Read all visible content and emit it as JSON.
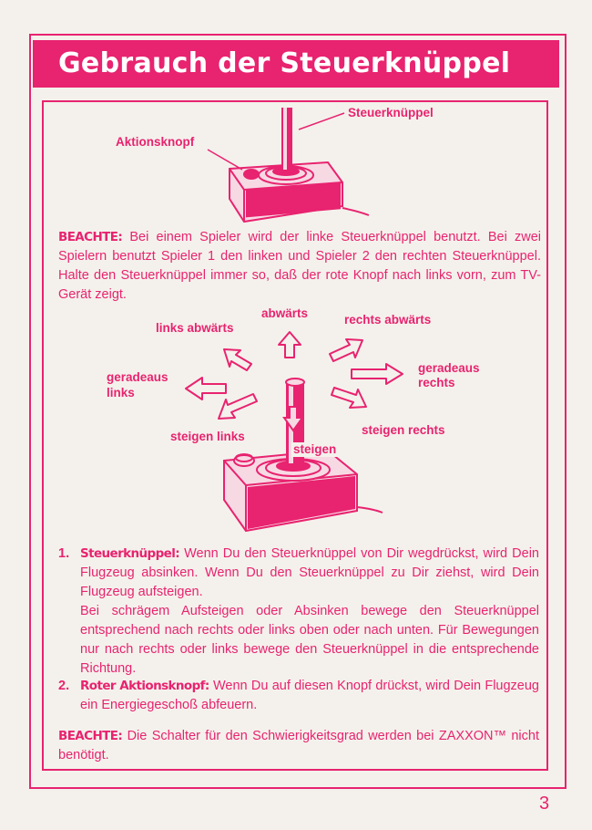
{
  "title": "Gebrauch der Steuerknüppel",
  "diagram1": {
    "label_stick": "Steuerknüppel",
    "label_button": "Aktionsknopf"
  },
  "note1": {
    "prefix": "BEACHTE:",
    "text": " Bei einem Spieler wird der linke Steuerknüppel benutzt. Bei zwei Spielern benutzt Spieler 1 den linken und Spieler 2 den rechten Steuerknüppel. Halte den Steuerknüppel immer so, daß der rote Knopf nach links vorn, zum TV-Gerät zeigt."
  },
  "directions": {
    "down": "abwärts",
    "left_down": "links abwärts",
    "right_down": "rechts abwärts",
    "straight_left_1": "geradeaus",
    "straight_left_2": "links",
    "straight_right_1": "geradeaus",
    "straight_right_2": "rechts",
    "climb_left": "steigen links",
    "climb_right": "steigen rechts",
    "climb": "steigen"
  },
  "items": [
    {
      "num": "1.",
      "term": "Steuerknüppel:",
      "text": " Wenn Du den Steuerknüppel von Dir wegdrückst, wird Dein Flugzeug absinken. Wenn Du den Steuerknüppel zu Dir ziehst, wird Dein Flugzeug aufsteigen.",
      "text2": "Bei schrägem Aufsteigen oder Absinken bewege den Steuerknüppel entsprechend nach rechts oder links oben oder nach unten. Für Bewegungen nur nach rechts oder links bewege den Steuerknüppel in die entsprechende Richtung."
    },
    {
      "num": "2.",
      "term": "Roter Aktionsknopf:",
      "text": " Wenn Du auf diesen Knopf drückst, wird Dein Flugzeug ein Energiegeschoß abfeuern."
    }
  ],
  "note2": {
    "prefix": "BEACHTE:",
    "text": " Die Schalter für den Schwierigkeitsgrad werden bei ZAXXON™ nicht benötigt."
  },
  "page_number": "3"
}
